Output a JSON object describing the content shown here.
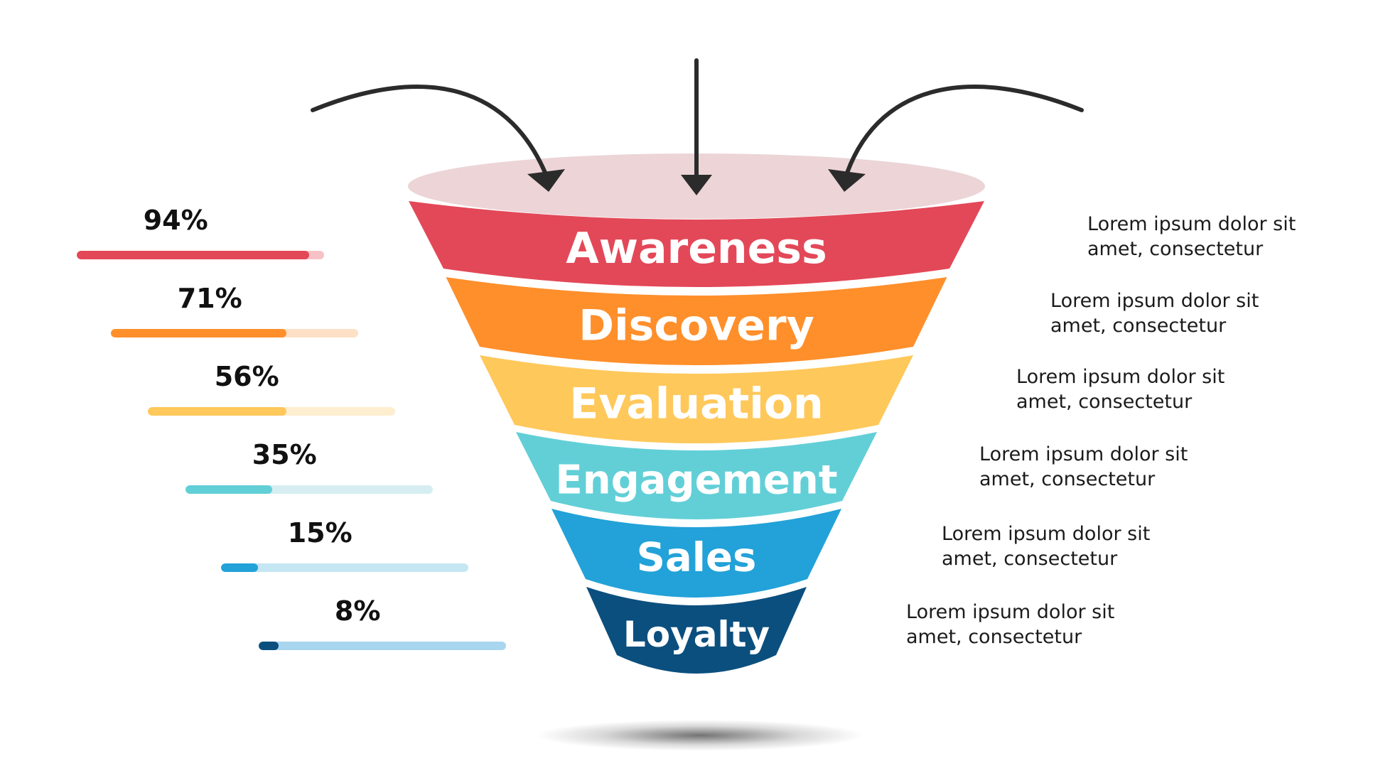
{
  "stages": [
    {
      "label": "Awareness",
      "percent": "94%",
      "value": 94,
      "description": "Lorem ipsum dolor sit amet, consectetur",
      "color": "#e34858",
      "light": "#f6c2c7"
    },
    {
      "label": "Discovery",
      "percent": "71%",
      "value": 71,
      "description": "Lorem ipsum dolor sit amet, consectetur",
      "color": "#ff8f2b",
      "light": "#fde0c6"
    },
    {
      "label": "Evaluation",
      "percent": "56%",
      "value": 56,
      "description": "Lorem ipsum dolor sit amet, consectetur",
      "color": "#ffc85b",
      "light": "#fdeecf"
    },
    {
      "label": "Engagement",
      "percent": "35%",
      "value": 35,
      "description": "Lorem ipsum dolor sit amet, consectetur",
      "color": "#62cfd7",
      "light": "#d6eef1"
    },
    {
      "label": "Sales",
      "percent": "15%",
      "value": 15,
      "description": "Lorem ipsum dolor sit amet, consectetur",
      "color": "#22a2d8",
      "light": "#c5e6f3"
    },
    {
      "label": "Loyalty",
      "percent": "8%",
      "value": 8,
      "description": "Lorem ipsum dolor sit amet, consectetur",
      "color": "#0b4f7e",
      "light": "#a9d6ef"
    }
  ],
  "funnel_top_color": "#ecd4d7",
  "arrow_color": "#2b2b2b"
}
